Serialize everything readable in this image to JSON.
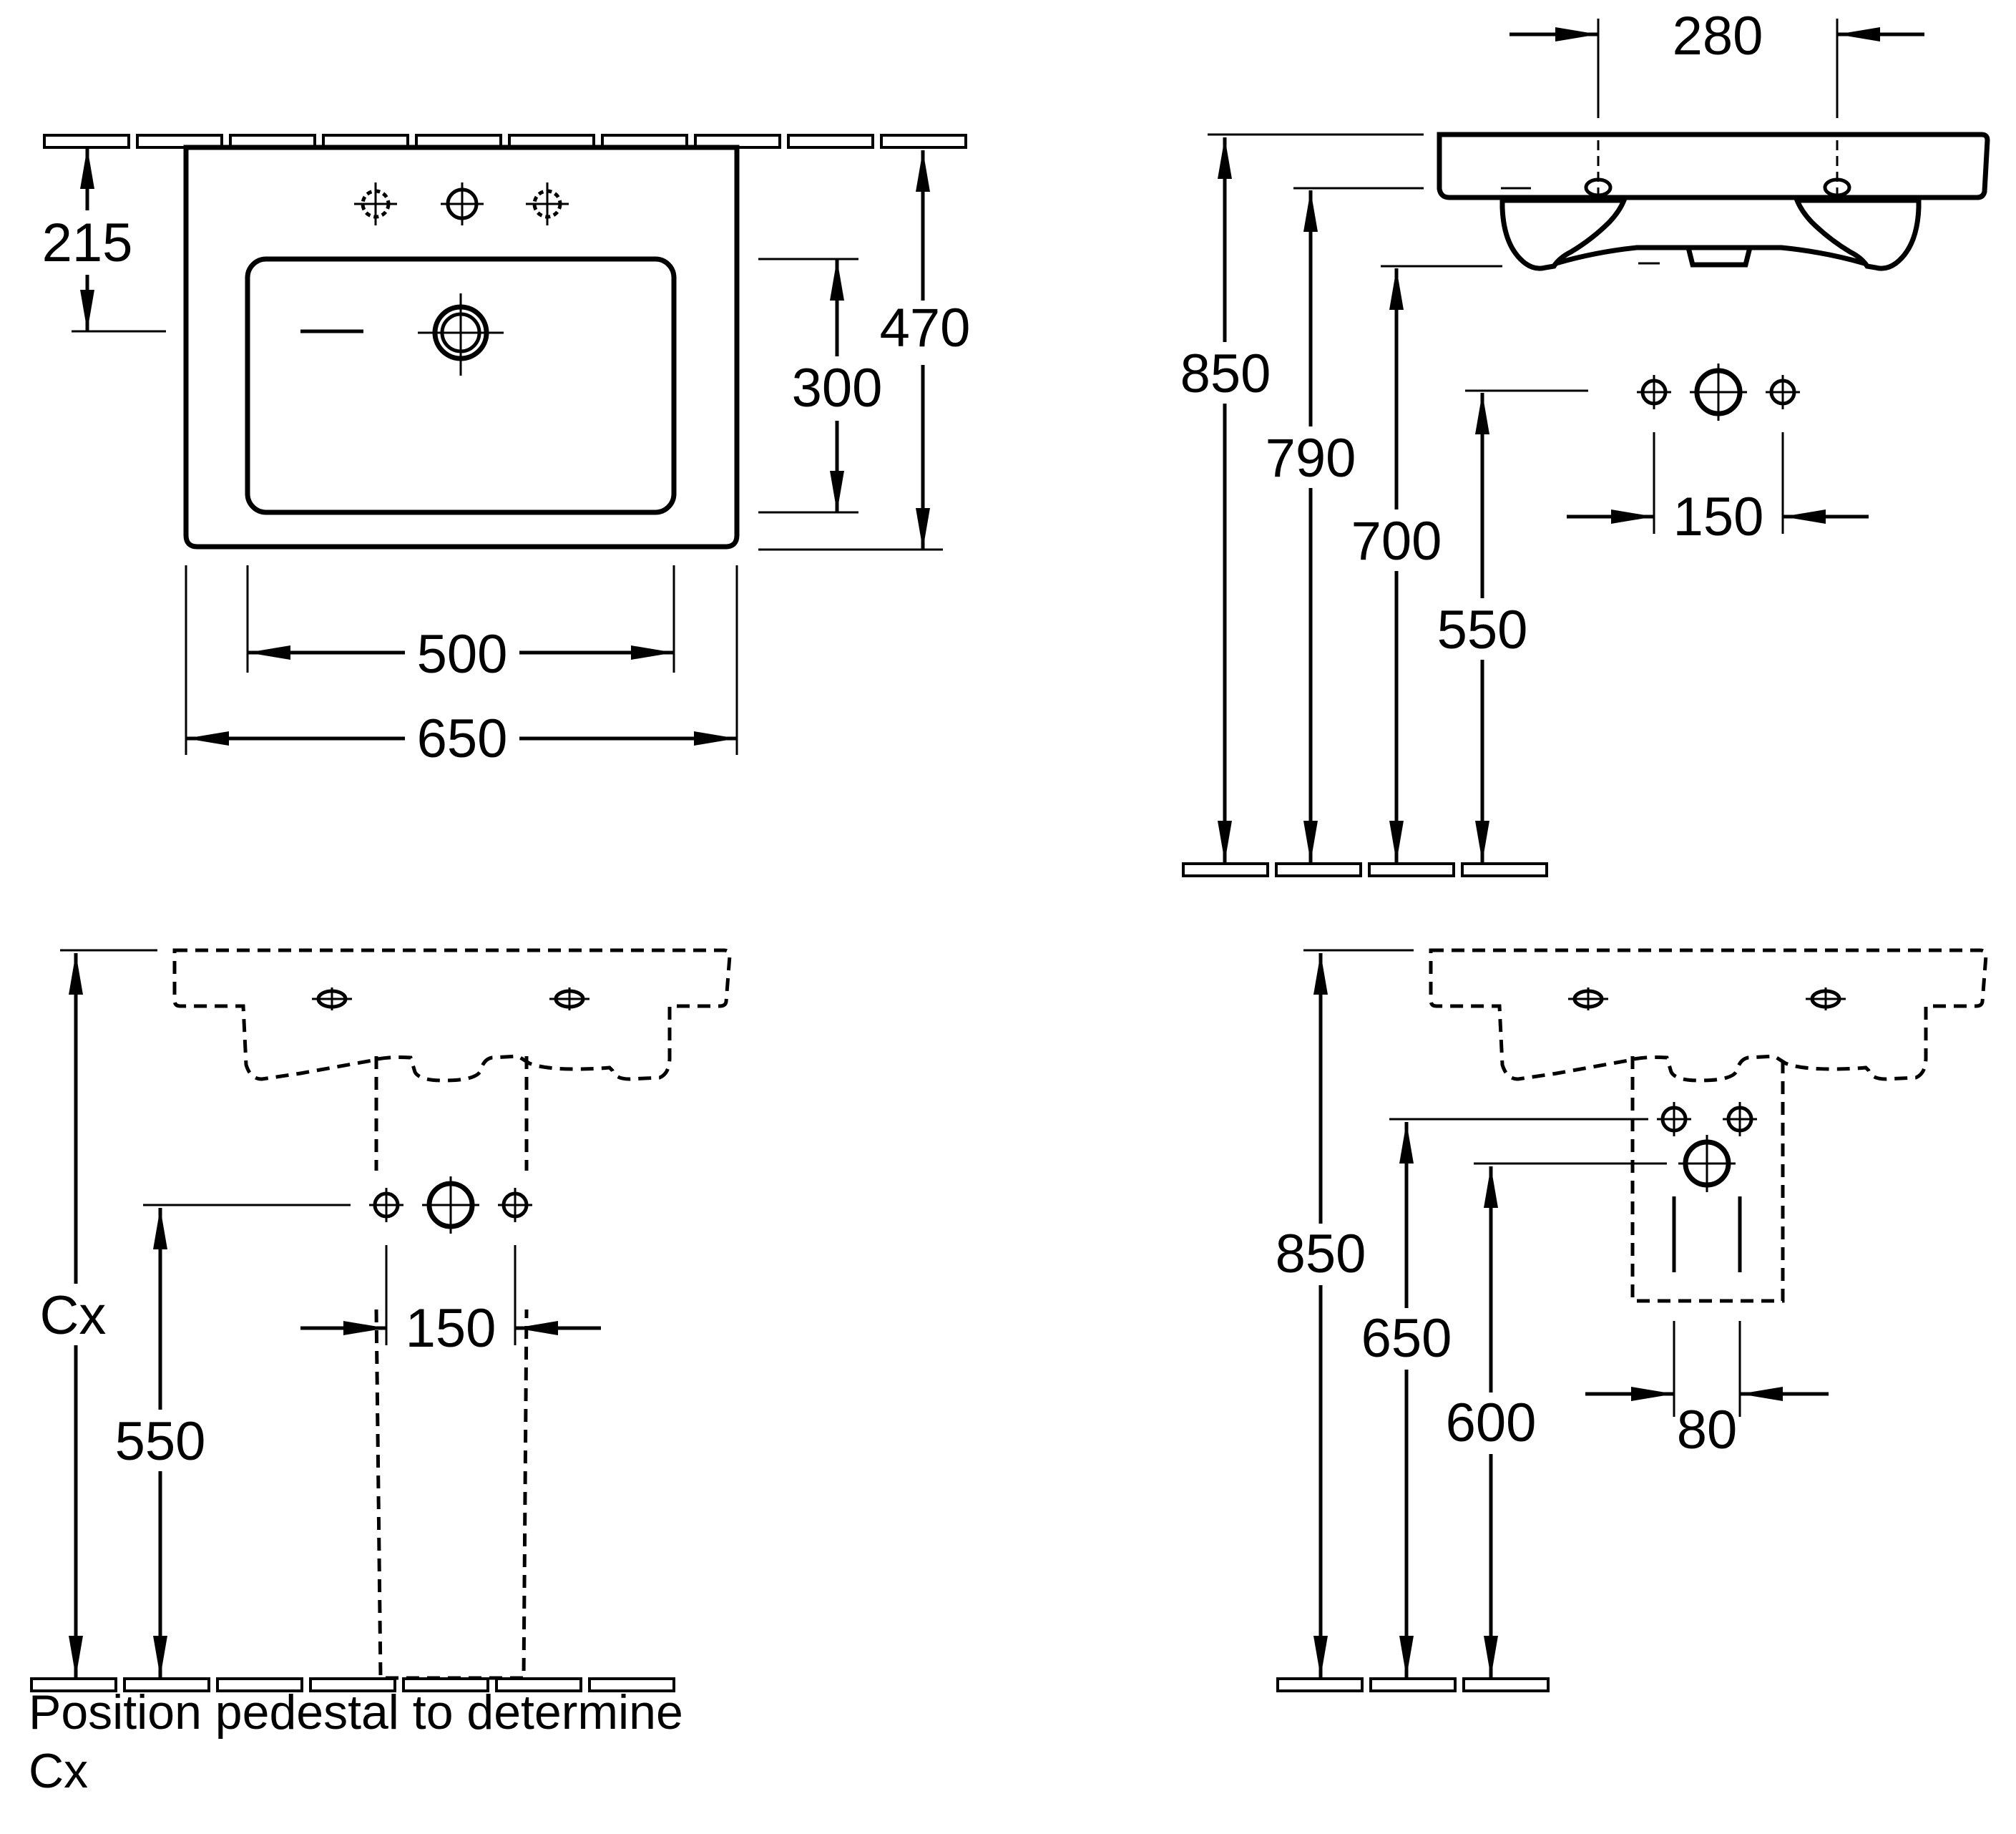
{
  "views": {
    "plan": {
      "dims": {
        "offset_top": "215",
        "depth": "470",
        "bowl_depth": "300",
        "bowl_width": "500",
        "width": "650"
      }
    },
    "wall_hung_side": {
      "dims": {
        "bracket_spacing": "280",
        "rim_height": "850",
        "h790": "790",
        "h700": "700",
        "supply_height": "550",
        "supply_spacing": "150"
      }
    },
    "pedestal": {
      "dims": {
        "cx": "Cx",
        "supply_height": "550",
        "supply_spacing": "150"
      }
    },
    "semi_pedestal": {
      "dims": {
        "rim_height": "850",
        "supply_height": "650",
        "waste_height": "600",
        "waste_spacing": "80"
      }
    }
  },
  "note": {
    "line1": "Position pedestal to determine",
    "line2": "Cx"
  }
}
